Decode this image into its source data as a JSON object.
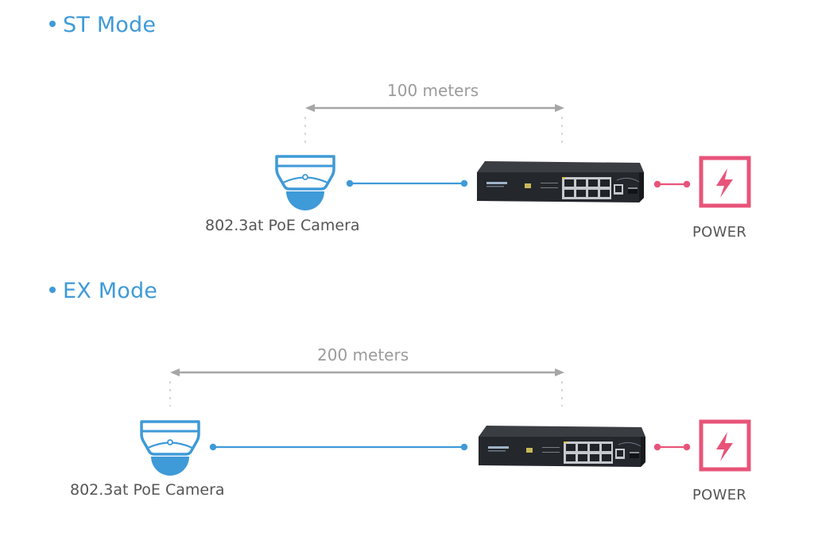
{
  "modes": [
    {
      "title": "ST Mode",
      "distance": "100 meters",
      "camera_label": "802.3at PoE Camera",
      "power_label": "POWER"
    },
    {
      "title": "EX Mode",
      "distance": "200 meters",
      "camera_label": "802.3at PoE Camera",
      "power_label": "POWER"
    }
  ],
  "colors": {
    "accent_blue": "#3f9ad8",
    "power_pink": "#e85479",
    "dimension_gray": "#a6a6a6",
    "label_gray": "#555555",
    "switch_dark": "#25282c"
  },
  "icons": {
    "camera": "dome-camera-icon",
    "switch": "poe-switch-icon",
    "power": "lightning-bolt-icon"
  }
}
